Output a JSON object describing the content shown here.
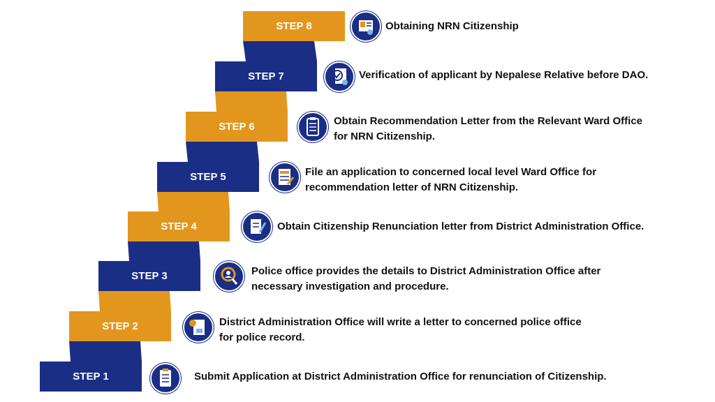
{
  "colors": {
    "navy": "#1a2e86",
    "gold": "#e3961e",
    "text": "#111111"
  },
  "steps": [
    {
      "label": "STEP 1",
      "color": "gold_or_navy:navy",
      "icon": "checklist-clipboard-icon",
      "lines": [
        "Submit Application at District Administration Office for renunciation of Citizenship."
      ]
    },
    {
      "label": "STEP 2",
      "icon": "letter-document-icon",
      "lines": [
        "District Administration Office will write a letter to concerned police office",
        "for police record."
      ]
    },
    {
      "label": "STEP 3",
      "icon": "magnifier-person-icon",
      "lines": [
        "Police office provides the details to District Administration Office after",
        "necessary investigation and procedure."
      ]
    },
    {
      "label": "STEP 4",
      "icon": "document-pen-icon",
      "lines": [
        "Obtain Citizenship Renunciation letter from District Administration Office."
      ]
    },
    {
      "label": "STEP 5",
      "icon": "application-form-icon",
      "lines": [
        "File an application to concerned local level Ward Office for",
        "recommendation letter of NRN Citizenship."
      ]
    },
    {
      "label": "STEP 6",
      "icon": "clipboard-list-icon",
      "lines": [
        "Obtain Recommendation Letter from the Relevant Ward Office",
        "for NRN Citizenship."
      ]
    },
    {
      "label": "STEP 7",
      "icon": "verification-checklist-icon",
      "lines": [
        "Verification of applicant by Nepalese Relative before DAO."
      ]
    },
    {
      "label": "STEP 8",
      "icon": "citizenship-card-icon",
      "lines": [
        "Obtaining NRN Citizenship"
      ]
    }
  ]
}
